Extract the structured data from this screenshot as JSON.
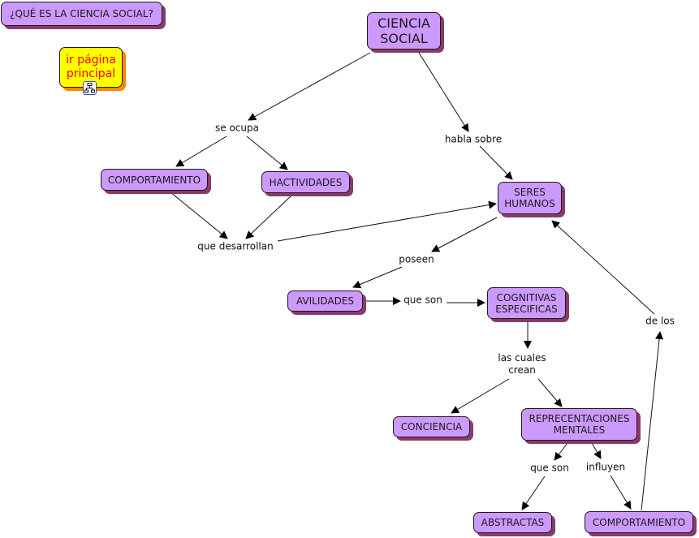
{
  "title_node": "¿QUÉ ES LA CIENCIA SOCIAL?",
  "link_node": {
    "label": "ir página\nprincipal",
    "icon": "concept-map-icon"
  },
  "nodes": {
    "ciencia_social": "CIENCIA\nSOCIAL",
    "comportamiento_1": "COMPORTAMIENTO",
    "hactividades": "HACTIVIDADES",
    "seres_humanos": "SERES\nHUMANOS",
    "avilidades": "AVILIDADES",
    "cognitivas": "COGNITIVAS\nESPECIFICAS",
    "conciencia": "CONCIENCIA",
    "representaciones": "REPRECENTACIONES\nMENTALES",
    "abstractas": "ABSTRACTAS",
    "comportamiento_2": "COMPORTAMIENTO"
  },
  "links": {
    "se_ocupa": "se ocupa",
    "habla_sobre": "habla sobre",
    "que_desarrollan": "que desarrollan",
    "poseen": "poseen",
    "que_son_1": "que son",
    "las_cuales_crean": "las cuales\ncrean",
    "que_son_2": "que son",
    "influyen": "influyen",
    "de_los": "de los"
  },
  "colors": {
    "node_fill": "#cc99ff",
    "node_shadow": "#8a3a66",
    "link_node_fill": "#ffff00",
    "link_node_text": "#ff0000",
    "link_node_shadow": "#ff8800"
  }
}
